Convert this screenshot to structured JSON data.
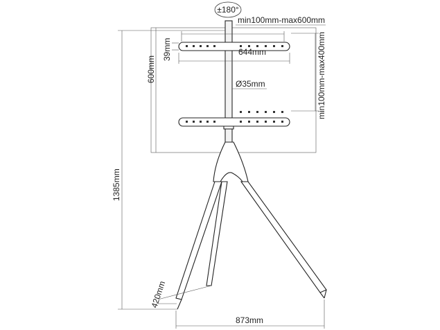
{
  "labels": {
    "rotation": "±180°",
    "vesa_width": "min100mm-max600mm",
    "bracket_offset": "39mm",
    "bracket_width": "644mm",
    "screen_height": "600mm",
    "pole_diameter": "Ø35mm",
    "vesa_height": "min100mm-max400mm",
    "total_height": "1385mm",
    "rear_leg": "420mm",
    "footprint": "873mm"
  }
}
